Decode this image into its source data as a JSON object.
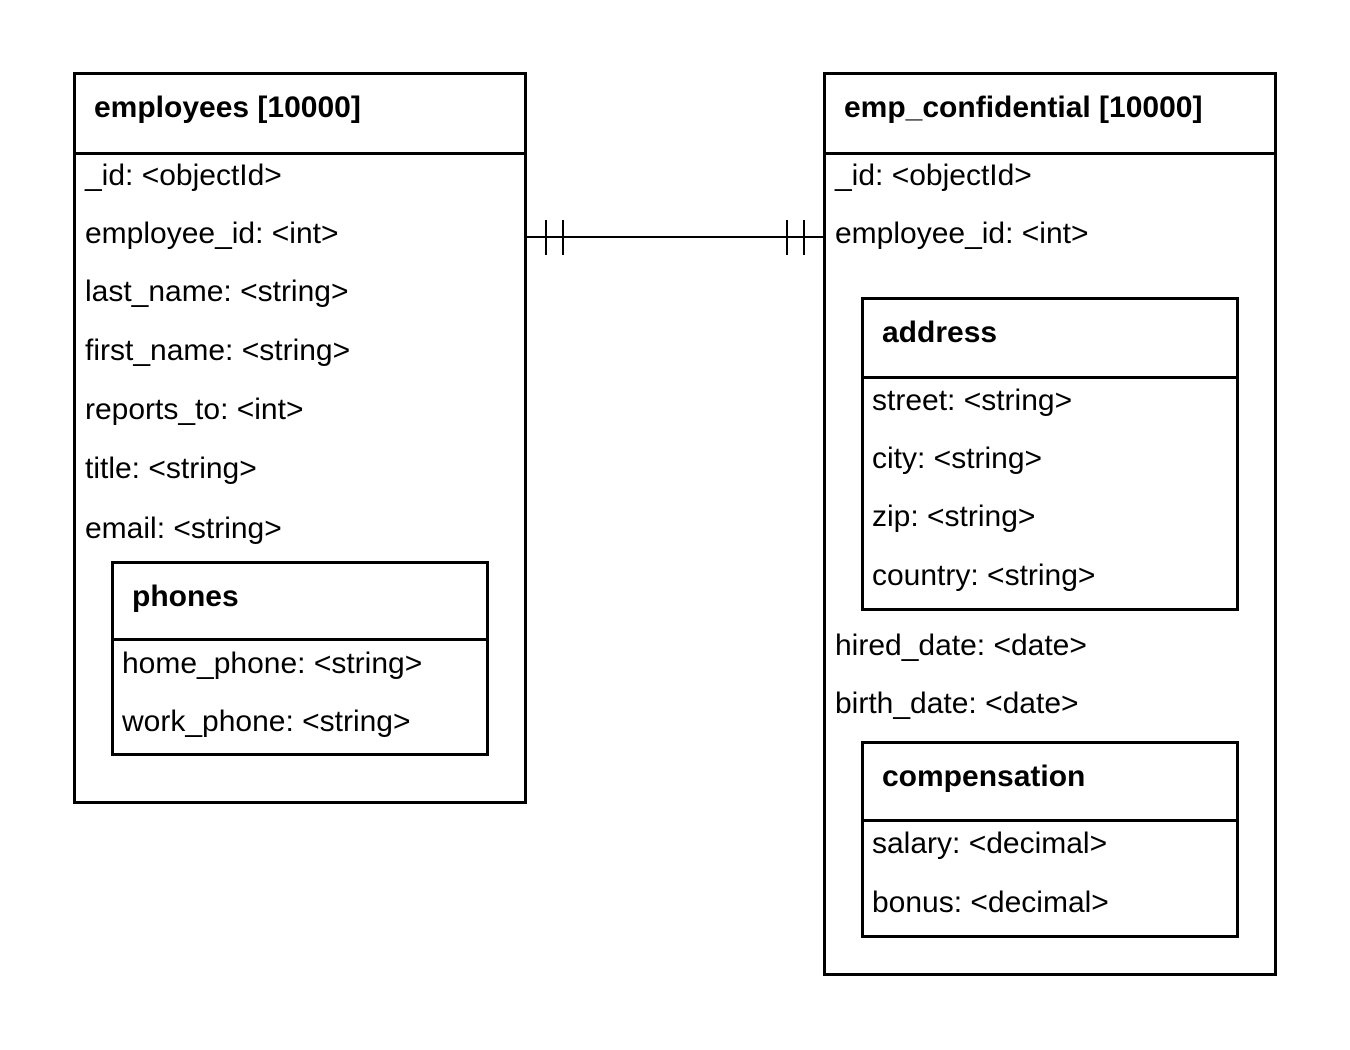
{
  "employees": {
    "title": "employees [10000]",
    "fields": [
      "_id: <objectId>",
      "employee_id: <int>",
      "last_name: <string>",
      "first_name: <string>",
      "reports_to: <int>",
      "title: <string>",
      "email: <string>"
    ],
    "phones": {
      "title": "phones",
      "fields": [
        "home_phone: <string>",
        "work_phone: <string>"
      ]
    }
  },
  "emp_confidential": {
    "title": "emp_confidential [10000]",
    "fields_top": [
      "_id: <objectId>",
      "employee_id: <int>"
    ],
    "address": {
      "title": "address",
      "fields": [
        "street: <string>",
        "city: <string>",
        "zip: <string>",
        "country: <string>"
      ]
    },
    "fields_mid": [
      "hired_date: <date>",
      "birth_date: <date>"
    ],
    "compensation": {
      "title": "compensation",
      "fields": [
        "salary: <decimal>",
        "bonus: <decimal>"
      ]
    }
  },
  "relationship": {
    "from": "employees.employee_id",
    "to": "emp_confidential.employee_id",
    "cardinality": "one-to-one"
  }
}
